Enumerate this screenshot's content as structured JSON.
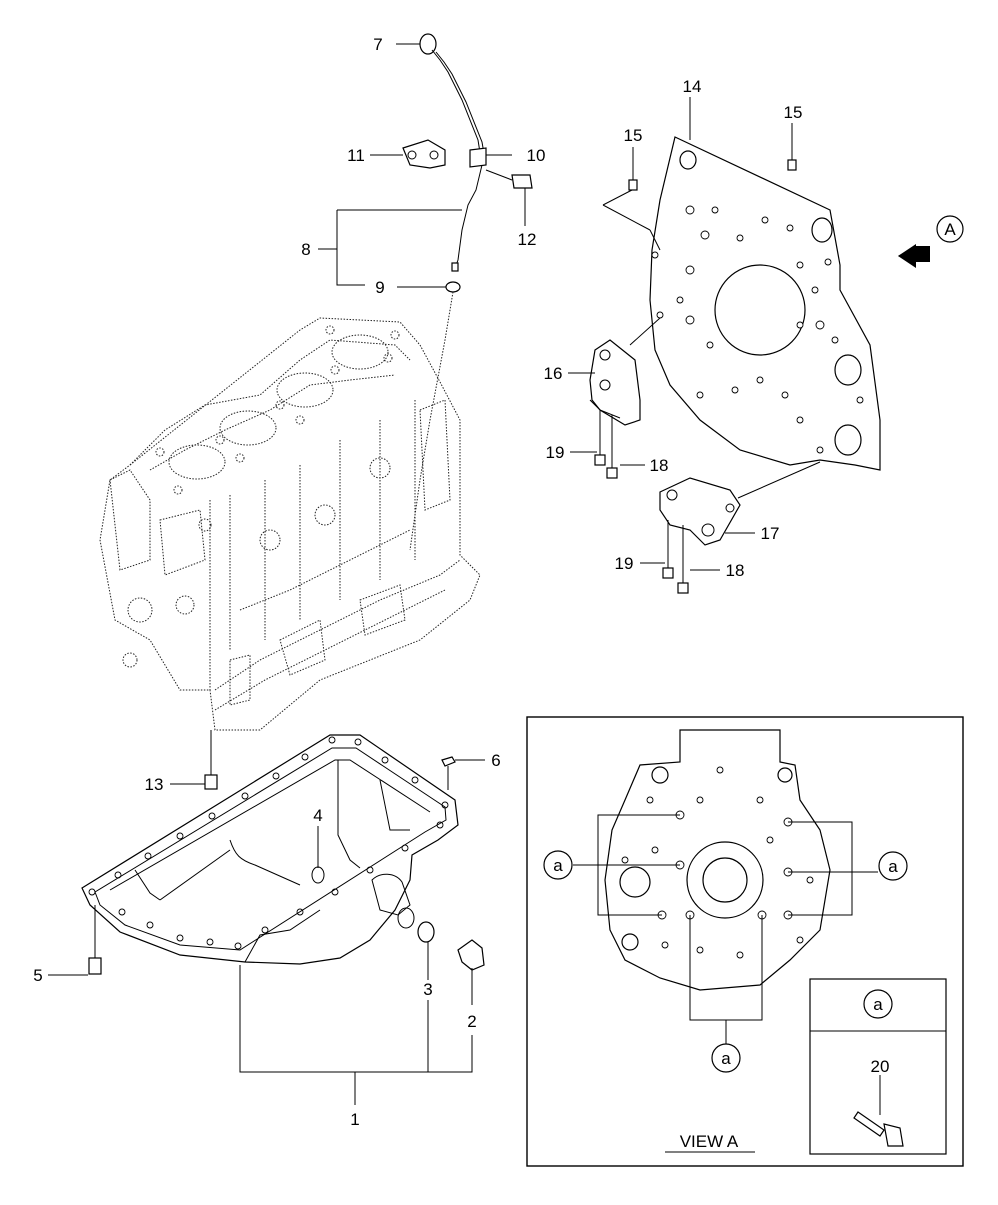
{
  "diagram": {
    "callouts": {
      "c1": "1",
      "c2": "2",
      "c3": "3",
      "c4": "4",
      "c5": "5",
      "c6": "6",
      "c7": "7",
      "c8": "8",
      "c9": "9",
      "c10": "10",
      "c11": "11",
      "c12": "12",
      "c13": "13",
      "c14a": "14",
      "c15a": "15",
      "c15b": "15",
      "c16": "16",
      "c17": "17",
      "c18a": "18",
      "c18b": "18",
      "c19a": "19",
      "c19b": "19",
      "c20": "20"
    },
    "view_ref": "A",
    "view_label": "VIEW A",
    "marker": "a"
  }
}
